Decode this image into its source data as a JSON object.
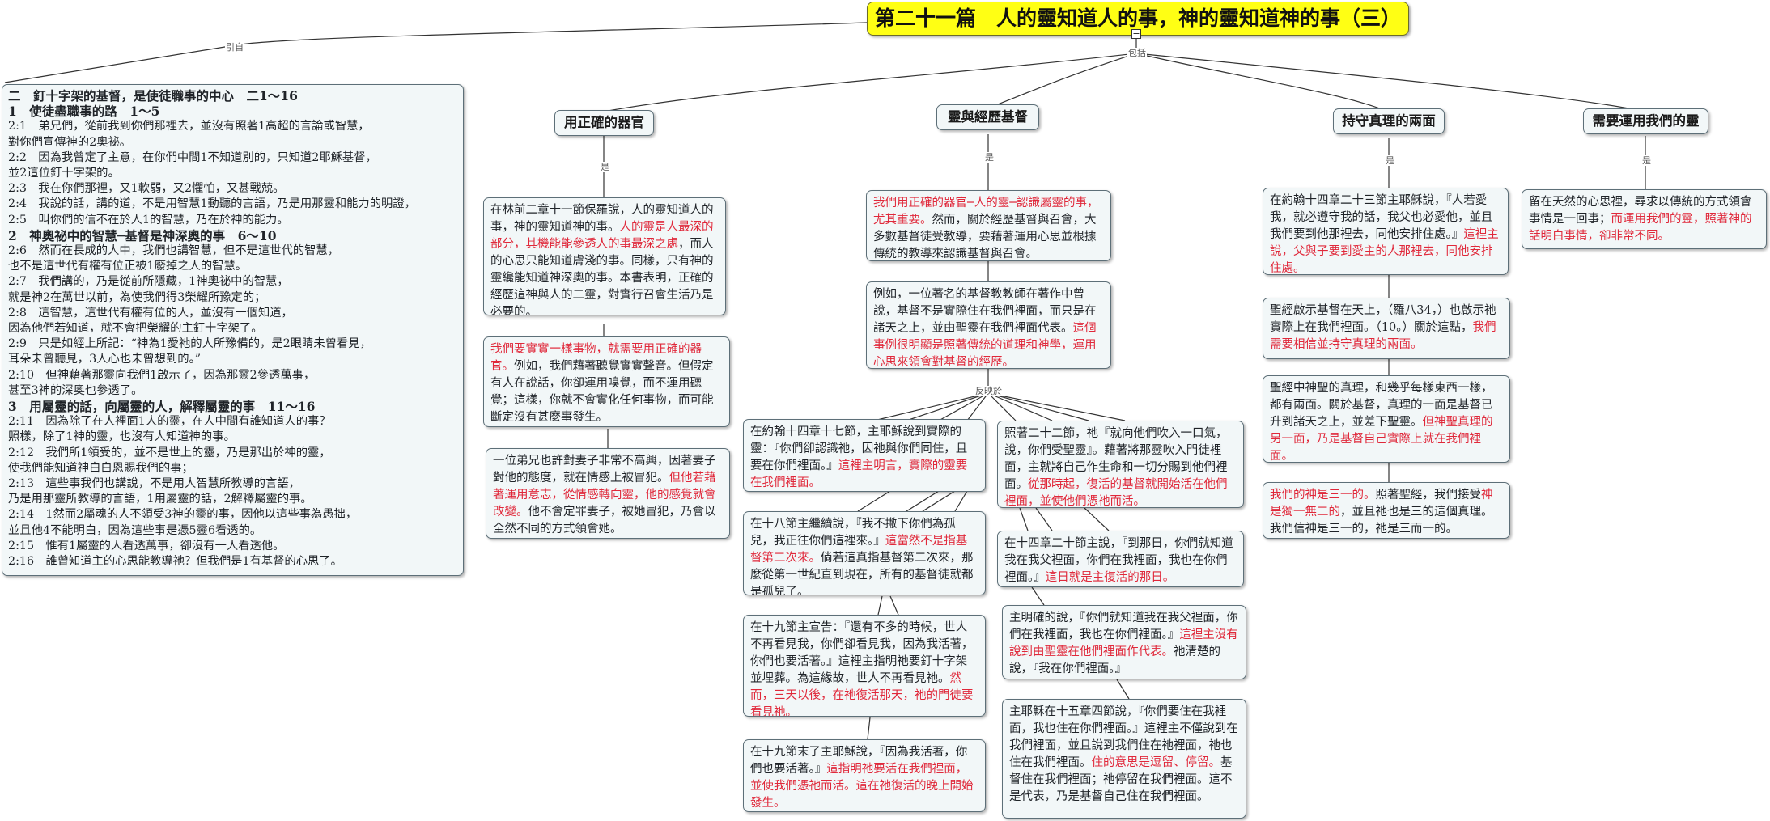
{
  "title": "第二十一篇　人的靈知道人的事，神的靈知道神的事（三）",
  "labels": {
    "yinyou": "引自",
    "baokuo": "包括",
    "shi": "是",
    "fanying": "反映於"
  },
  "topics": {
    "organ": "用正確的器官",
    "spirit_exp": "靈與經歷基督",
    "two_sides": "持守真理的兩面",
    "exercise": "需要運用我們的靈"
  },
  "scripture": {
    "heading": "二　釘十字架的基督，是使徒職事的中心　二1～16",
    "lines": [
      {
        "text": "1　使徒盡職事的路　1～5",
        "bold": true
      },
      {
        "text": "2:1　弟兄們，從前我到你們那裡去，並沒有照著1高超的言論或智慧，",
        "bold": false
      },
      {
        "text": "對你們宣傳神的2奧祕。",
        "bold": false
      },
      {
        "text": "2:2　因為我曾定了主意，在你們中間1不知道別的，只知道2耶穌基督，",
        "bold": false
      },
      {
        "text": "並2這位釘十字架的。",
        "bold": false
      },
      {
        "text": "2:3　我在你們那裡，又1軟弱，又2懼怕，又甚戰兢。",
        "bold": false
      },
      {
        "text": "2:4　我說的話，講的道，不是用智慧1動聽的言語，乃是用那靈和能力的明證，",
        "bold": false
      },
      {
        "text": "2:5　叫你們的信不在於人1的智慧，乃在於神的能力。",
        "bold": false
      },
      {
        "text": "2　神奧祕中的智慧─基督是神深奧的事　6～10",
        "bold": true
      },
      {
        "text": "2:6　然而在長成的人中，我們也講智慧，但不是這世代的智慧，",
        "bold": false
      },
      {
        "text": "也不是這世代有權有位正被1廢掉之人的智慧。",
        "bold": false
      },
      {
        "text": "2:7　我們講的，乃是從前所隱藏，1神奧祕中的智慧，",
        "bold": false
      },
      {
        "text": "就是神2在萬世以前，為使我們得3榮耀所豫定的；",
        "bold": false
      },
      {
        "text": "2:8　這智慧，這世代有權有位的人，並沒有一個知道，",
        "bold": false
      },
      {
        "text": "因為他們若知道，就不會把榮耀的主釘十字架了。",
        "bold": false
      },
      {
        "text": "2:9　只是如經上所記：“神為1愛祂的人所豫備的，是2眼睛未曾看見，",
        "bold": false
      },
      {
        "text": "耳朵未曾聽見，3人心也未曾想到的。”",
        "bold": false
      },
      {
        "text": "2:10　但神藉著那靈向我們1啟示了，因為那靈2參透萬事，",
        "bold": false
      },
      {
        "text": "甚至3神的深奧也參透了。",
        "bold": false
      },
      {
        "text": "3　用屬靈的話，向屬靈的人，解釋屬靈的事　11～16",
        "bold": true
      },
      {
        "text": "2:11　因為除了在人裡面1人的靈，在人中間有誰知道人的事？",
        "bold": false
      },
      {
        "text": "照樣，除了1神的靈，也沒有人知道神的事。",
        "bold": false
      },
      {
        "text": "2:12　我們所1領受的，並不是世上的靈，乃是那出於神的靈，",
        "bold": false
      },
      {
        "text": "使我們能知道神白白恩賜我們的事；",
        "bold": false
      },
      {
        "text": "2:13　這些事我們也講說，不是用人智慧所教導的言語，",
        "bold": false
      },
      {
        "text": "乃是用那靈所教導的言語，1用屬靈的話，2解釋屬靈的事。",
        "bold": false
      },
      {
        "text": "2:14　1然而2屬魂的人不領受3神的靈的事，因他以這些事為愚拙，",
        "bold": false
      },
      {
        "text": "並且他4不能明白，因為這些事是憑5靈6看透的。",
        "bold": false
      },
      {
        "text": "2:15　惟有1屬靈的人看透萬事，卻沒有一人看透他。",
        "bold": false
      },
      {
        "text": "2:16　誰曾知道主的心思能教導祂？但我們是1有基督的心思了。",
        "bold": false
      }
    ]
  },
  "notes": {
    "organ_1": [
      {
        "t": "在林前二章十一節保羅說，人的靈知道人的事，神的靈知道神的事。",
        "r": false
      },
      {
        "t": "人的靈是人最深的部分，其機能能參透人的事最深之處",
        "r": true
      },
      {
        "t": "，而人的心思只能知道膚淺的事。同樣，只有神的靈纔能知道神深奧的事。本書表明，正確的經歷這神與人的二靈，對實行召會生活乃是必要的。",
        "r": false
      }
    ],
    "organ_2": [
      {
        "t": "我們要實實一樣事物，就需要用正確的器官。",
        "r": true
      },
      {
        "t": "例如，我們藉著聽覺實實聲音。但假定有人在說話，你卻運用嗅覺，而不運用聽覺；這樣，你就不會實化任何事物，而可能斷定沒有甚麼事發生。",
        "r": false
      }
    ],
    "organ_3": [
      {
        "t": "一位弟兄也許對妻子非常不高興，因著妻子對他的態度，就在情感上被冒犯。",
        "r": false
      },
      {
        "t": "但他若藉著運用意志，從情感轉向靈，他的感覺就會改變。",
        "r": true
      },
      {
        "t": "他不會定罪妻子，被她冒犯，乃會以全然不同的方式領會她。",
        "r": false
      }
    ],
    "exp_1": [
      {
        "t": "我們用正確的器官─人的靈─認識屬靈的事，尤其重要。",
        "r": true
      },
      {
        "t": "然而，關於經歷基督與召會，大多數基督徒受教導，要藉著運用心思並根據傳統的教導來認識基督與召會。",
        "r": false
      }
    ],
    "exp_2": [
      {
        "t": "例如，一位著名的基督教教師在著作中曾說，基督不是實際住在我們裡面，而只是在諸天之上，並由聖靈在我們裡面代表。",
        "r": false
      },
      {
        "t": "這個事例很明顯是照著傳統的道理和神學，運用心思來領會對基督的經歷。",
        "r": true
      }
    ],
    "exp_3": [
      {
        "t": "在約翰十四章十七節，主耶穌說到實際的靈：『你們卻認識祂，因祂與你們同住，且要在你們裡面。』",
        "r": false
      },
      {
        "t": "這裡主明言，實際的靈要在我們裡面。",
        "r": true
      }
    ],
    "exp_4": [
      {
        "t": "在十八節主繼續說，『我不撇下你們為孤兒，我正往你們這裡來。』",
        "r": false
      },
      {
        "t": "這當然不是指基督第二次來。",
        "r": true
      },
      {
        "t": "倘若這真指基督第二次來，那麼從第一世紀直到現在，所有的基督徒就都是孤兒了。",
        "r": false
      }
    ],
    "exp_5": [
      {
        "t": "在十九節主宣告：『還有不多的時候，世人不再看見我，你們卻看見我，因為我活著，你們也要活著。』這裡主指明祂要釘十字架並埋葬。為這緣故，世人不再看見祂。",
        "r": false
      },
      {
        "t": "然而，三天以後，在祂復活那天，祂的門徒要看見祂。",
        "r": true
      }
    ],
    "exp_6": [
      {
        "t": "在十九節末了主耶穌說，『因為我活著，你們也要活著。』",
        "r": false
      },
      {
        "t": "這指明祂要活在我們裡面，並使我們憑祂而活。這在祂復活的晚上開始發生。",
        "r": true
      }
    ],
    "exp_7": [
      {
        "t": "照著二十二節，祂『就向他們吹入一口氣，說，你們受聖靈』。藉著將那靈吹入門徒裡面，主就將自己作生命和一切分賜到他們裡面。",
        "r": false
      },
      {
        "t": "從那時起，復活的基督就開始活在他們裡面，並使他們憑祂而活。",
        "r": true
      }
    ],
    "exp_8": [
      {
        "t": "在十四章二十節主說，『到那日，你們就知道我在我父裡面，你們在我裡面，我也在你們裡面。』",
        "r": false
      },
      {
        "t": "這日就是主復活的那日。",
        "r": true
      }
    ],
    "exp_9": [
      {
        "t": "主明確的說，『你們就知道我在我父裡面，你們在我裡面，我也在你們裡面。』",
        "r": false
      },
      {
        "t": "這裡主沒有說到由聖靈在他們裡面作代表。",
        "r": true
      },
      {
        "t": "祂清楚的說，『我在你們裡面。』",
        "r": false
      }
    ],
    "exp_10": [
      {
        "t": "主耶穌在十五章四節說，『你們要住在我裡面，我也住在你們裡面。』這裡主不僅說到在我們裡面，並且說到我們住在祂裡面，祂也住在我們裡面。",
        "r": false
      },
      {
        "t": "住的意思是逗留、停留。",
        "r": true
      },
      {
        "t": "基督住在我們裡面；祂停留在我們裡面。這不是代表，乃是基督自己住在我們裡面。",
        "r": false
      }
    ],
    "truth_1": [
      {
        "t": "在約翰十四章二十三節主耶穌說，『人若愛我，就必遵守我的話，我父也必愛他，並且我們要到他那裡去，同他安排住處。』",
        "r": false
      },
      {
        "t": "這裡主說，父與子要到愛主的人那裡去，同他安排住處。",
        "r": true
      }
    ],
    "truth_2": [
      {
        "t": "聖經啟示基督在天上，（羅八34，）也啟示祂實際上在我們裡面。（10。）關於這點，",
        "r": false
      },
      {
        "t": "我們需要相信並持守真理的兩面。",
        "r": true
      }
    ],
    "truth_3": [
      {
        "t": "聖經中神聖的真理，和幾乎每樣東西一樣，都有兩面。關於基督，真理的一面是基督已升到諸天之上，並差下聖靈。",
        "r": false
      },
      {
        "t": "但神聖真理的另一面，乃是基督自己實際上就在我們裡面。",
        "r": true
      }
    ],
    "truth_4": [
      {
        "t": "我們的神是三一的。",
        "r": true
      },
      {
        "t": "照著聖經，我們接受",
        "r": false
      },
      {
        "t": "神是獨一無二的",
        "r": true
      },
      {
        "t": "，並且祂也是三的這個真理。我們信神是三一的，祂是三而一的。",
        "r": false
      }
    ],
    "exercise_1": [
      {
        "t": "留在天然的心思裡，尋求以傳統的方式領會事情是一回事；",
        "r": false
      },
      {
        "t": "而運用我們的靈，照著神的話明白事情，卻非常不同。",
        "r": true
      }
    ]
  }
}
